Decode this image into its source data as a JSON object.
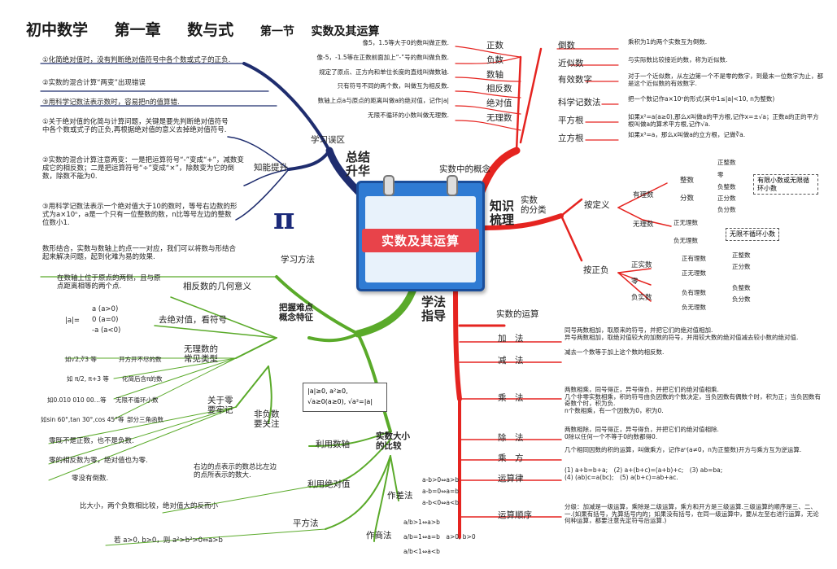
{
  "title": {
    "main": "初中数学",
    "chapter": "第一章",
    "topic": "数与式",
    "section": "第一节",
    "section_title": "实数及其运算"
  },
  "center": {
    "label": "实数及其运算",
    "pi": "π"
  },
  "hubs": {
    "summary": "总结\n升华",
    "knowledge": "知识\n梳理",
    "method": "学法\n指导"
  },
  "summary": {
    "mistakes": "学习误区",
    "mistake_items": [
      "①化简绝对值时，没有判断绝对值符号中各个数或式子的正负.",
      "②实数的混合计算“两变”出现错误",
      "③用科学记数法表示数时，容易把n的值算错."
    ],
    "ability": "知能提升",
    "ability_items": [
      "①关于绝对值的化简与计算问题，关键是要先判断绝对值符号中各个数或式子的正负,再根据绝对值的意义去掉绝对值符号.",
      "②实数的混合计算注意两变：一是把运算符号“-”变成“+”，减数变成它的相反数；二是把运算符号“÷”变成“×”，除数变为它的倒数，除数不能为0.",
      "③用科学记数法表示一个绝对值大于10的数时，等号右边数的形式为a×10ⁿ，a是一个只有一位整数的数，n比等号左边的整数位数小1."
    ]
  },
  "concepts": {
    "label": "实数中的概念",
    "left": [
      {
        "name": "正数",
        "desc": "像5，1.5等大于0的数叫做正数."
      },
      {
        "name": "负数",
        "desc": "像-5，-1.5等在正数前面加上“-”号的数叫做负数."
      },
      {
        "name": "数轴",
        "desc": "规定了原点、正方向和单位长度的直线叫做数轴."
      },
      {
        "name": "相反数",
        "desc": "只有符号不同的两个数，叫做互为相反数."
      },
      {
        "name": "绝对值",
        "desc": "数轴上点a与原点的距离叫做a的绝对值，记作|a|"
      },
      {
        "name": "无理数",
        "desc": "无限不循环的小数叫做无理数."
      }
    ],
    "right": [
      {
        "name": "倒数",
        "desc": "乘积为1的两个实数互为倒数."
      },
      {
        "name": "近似数",
        "desc": "与实际数比较接近的数，称为近似数."
      },
      {
        "name": "有效数字",
        "desc": "对于一个近似数，从左边第一个不是零的数字，到最末一位数字为止，都是这个近似数的有效数字."
      },
      {
        "name": "科学记数法",
        "desc": "把一个数记作a×10ⁿ的形式(其中1≤|a|<10, n为整数)"
      },
      {
        "name": "平方根",
        "desc": "如果x²=a(a≥0),那么x叫做a的平方根,记作x=±√a；正数a的正的平方根叫做a的算术平方根,记作√a."
      },
      {
        "name": "立方根",
        "desc": "如果x³=a，那么x叫做a的立方根，记做∛a."
      }
    ]
  },
  "classify": {
    "label": "实数\n的分类",
    "by_def": "按定义",
    "rational": "有理数",
    "integer": "整数",
    "fraction": "分数",
    "int_items": [
      "正整数",
      "零",
      "负整数"
    ],
    "frac_items": [
      "正分数",
      "负分数"
    ],
    "note1": "有限小数或无限循环小数",
    "irrational": "无理数",
    "irr_items": [
      "正无理数",
      "负无理数"
    ],
    "note2": "无限不循环小数",
    "by_sign": "按正负",
    "pos_real": "正实数",
    "zero": "零",
    "neg_real": "负实数",
    "pos_items": [
      "正有理数",
      "正无理数"
    ],
    "pos_sub": [
      "正整数",
      "正分数"
    ],
    "neg_items": [
      "负有理数",
      "负无理数"
    ],
    "neg_sub": [
      "负整数",
      "负分数"
    ]
  },
  "ops": {
    "label": "实数的运算",
    "items": [
      {
        "name": "加　法",
        "desc": "同号两数相加，取原来的符号，并把它们的绝对值相加.\n异号两数相加，取绝对值较大的加数的符号，并用较大数的绝对值减去较小数的绝对值."
      },
      {
        "name": "减　法",
        "desc": "减去一个数等于加上这个数的相反数."
      },
      {
        "name": "乘　法",
        "desc": "两数相乘，同号得正，异号得负，并把它们的绝对值相乘.\n几个非零实数相乘，积的符号由负因数的个数决定，当负因数有偶数个时，积为正；当负因数有奇数个时，积为负.\nn个数相乘，有一个因数为0，积为0."
      },
      {
        "name": "除　法",
        "desc": "两数相除，同号得正，异号得负，并把它们的绝对值相除.\n0除以任何一个不等于0的数都得0."
      },
      {
        "name": "乘　方",
        "desc": "几个相同因数的积的运算，叫做乘方，记作aⁿ(a≠0，n为正整数)开方与乘方互为逆运算."
      },
      {
        "name": "运算律",
        "desc": "(1) a+b=b+a;　(2) a+(b+c)=(a+b)+c;　(3) ab=ba;\n(4) (ab)c=a(bc);　(5) a(b+c)=ab+ac."
      },
      {
        "name": "运算顺序",
        "desc": "分级：加减是一级运算，乘除是二级运算，乘方和开方是三级运算.三级运算的顺序是三、二、一.(如果有括号，先算括号内的；如果没有括号，在同一级运算中，要从左至右进行运算，无论何种运算，都要注意先定符号后运算.)"
      }
    ]
  },
  "methods": {
    "learn": "学习方法",
    "learn_desc": "数形结合，实数与数轴上的点一一对应，我们可以将数与形结合起来解决问题，起到化难为易的效果.",
    "grasp": "把握难点\n概念特征",
    "opp_geo": "相反数的几何意义",
    "opp_geo_desc": "在数轴上位于原点的两侧，且与原点距离相等的两个点.",
    "abs": "去绝对值，看符号",
    "abs_cases": [
      "a (a>0)",
      "0 (a=0)",
      "-a (a<0)"
    ],
    "abs_lhs": "|a|=",
    "irr_types": "无理数的\n常见类型",
    "irr_ex": [
      {
        "ex": "如√2,∛3 等",
        "t": "开方开不尽的数"
      },
      {
        "ex": "如 π/2, π+3 等",
        "t": "化简后含π的数"
      },
      {
        "ex": "如0.010 010 00…等",
        "t": "无限不循环小数"
      },
      {
        "ex": "如sin 60°,tan 30°,cos 45°等",
        "t": "部分三角函数"
      }
    ],
    "zero": "关于零\n要牢记",
    "zero_items": [
      "零既不是正数，也不是负数.",
      "零的相反数为零，绝对值也为零.",
      "零没有倒数."
    ],
    "nonneg": "非负数\n要关注",
    "nonneg_box": "|a|≥0, a²≥0,\n√a≥0(a≥0), √a²=|a|",
    "compare": "实数大小\n的比较",
    "axis": "利用数轴",
    "axis_desc": "右边的点表示的数总比左边的点所表示的数大.",
    "absval": "利用绝对值",
    "absval_desc": "比大小，两个负数相比较，绝对值大的反而小",
    "square": "平方法",
    "square_desc": "若 a>0, b>0，则 a²>b²>0⇔a>b",
    "diff": "作差法",
    "diff_items": [
      "a-b>0⇔a>b",
      "a-b=0⇔a=b",
      "a-b<0⇔a<b"
    ],
    "quot": "作商法",
    "quot_items": [
      "a/b>1⇔a>b",
      "a/b=1⇔a=b　a>0, b>0",
      "a/b<1⇔a<b"
    ]
  },
  "colors": {
    "red": "#e52420",
    "blue": "#1f2d6e",
    "green": "#5aaa2a",
    "center": "#2f7bd3"
  }
}
